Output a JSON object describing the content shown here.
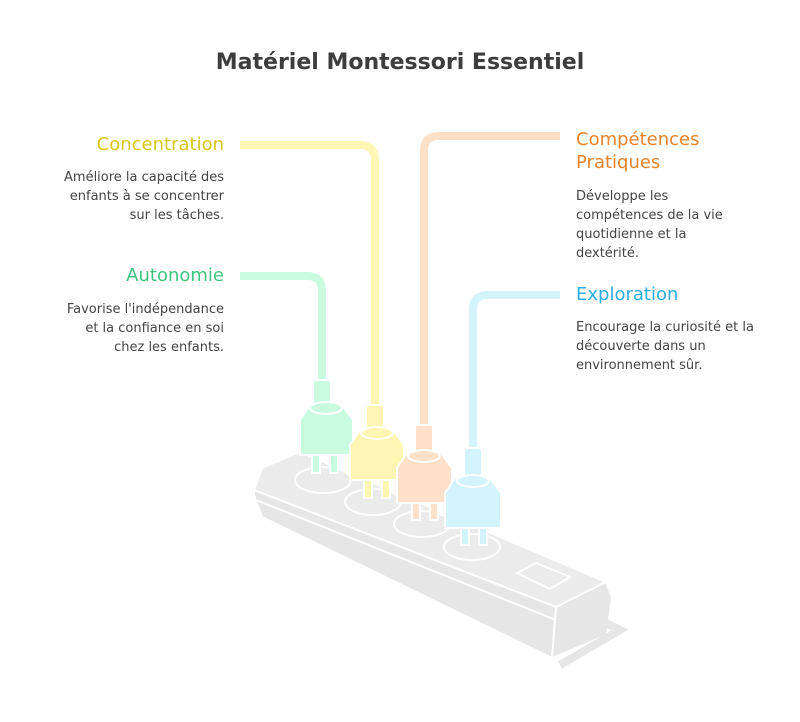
{
  "title": "Matériel Montessori Essentiel",
  "items": [
    {
      "title": "Concentration",
      "desc": "Améliore la capacité des enfants à se concentrer sur les tâches.",
      "color": "#d6c81a",
      "cable": "#fff6b3"
    },
    {
      "title": "Autonomie",
      "desc": "Favorise l'indépendance et la confiance en soi chez les enfants.",
      "color": "#3fc47f",
      "cable": "#c9fbe0"
    },
    {
      "title": "Compétences Pratiques",
      "desc": "Développe les compétences de la vie quotidienne et la dextérité.",
      "color": "#e8832c",
      "cable": "#ffe0c8"
    },
    {
      "title": "Exploration",
      "desc": "Encourage la curiosité et la découverte dans un environnement sûr.",
      "color": "#2aaee0",
      "cable": "#d3f3fd"
    }
  ]
}
